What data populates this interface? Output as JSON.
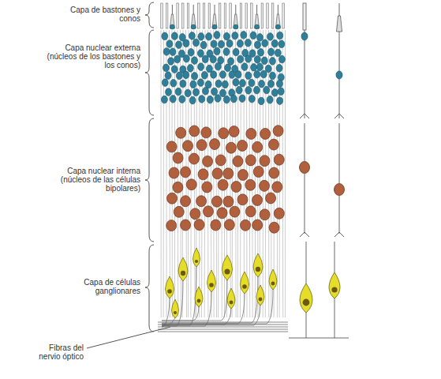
{
  "diagram": {
    "labels": [
      "Capa de bastones y conos",
      "Capa nuclear externa (núcleos de los bastones y los conos)",
      "Capa nuclear interna (núcleos de las células bipolares)",
      "Capa de células ganglionares",
      "Fibras del nervio óptico"
    ]
  }
}
